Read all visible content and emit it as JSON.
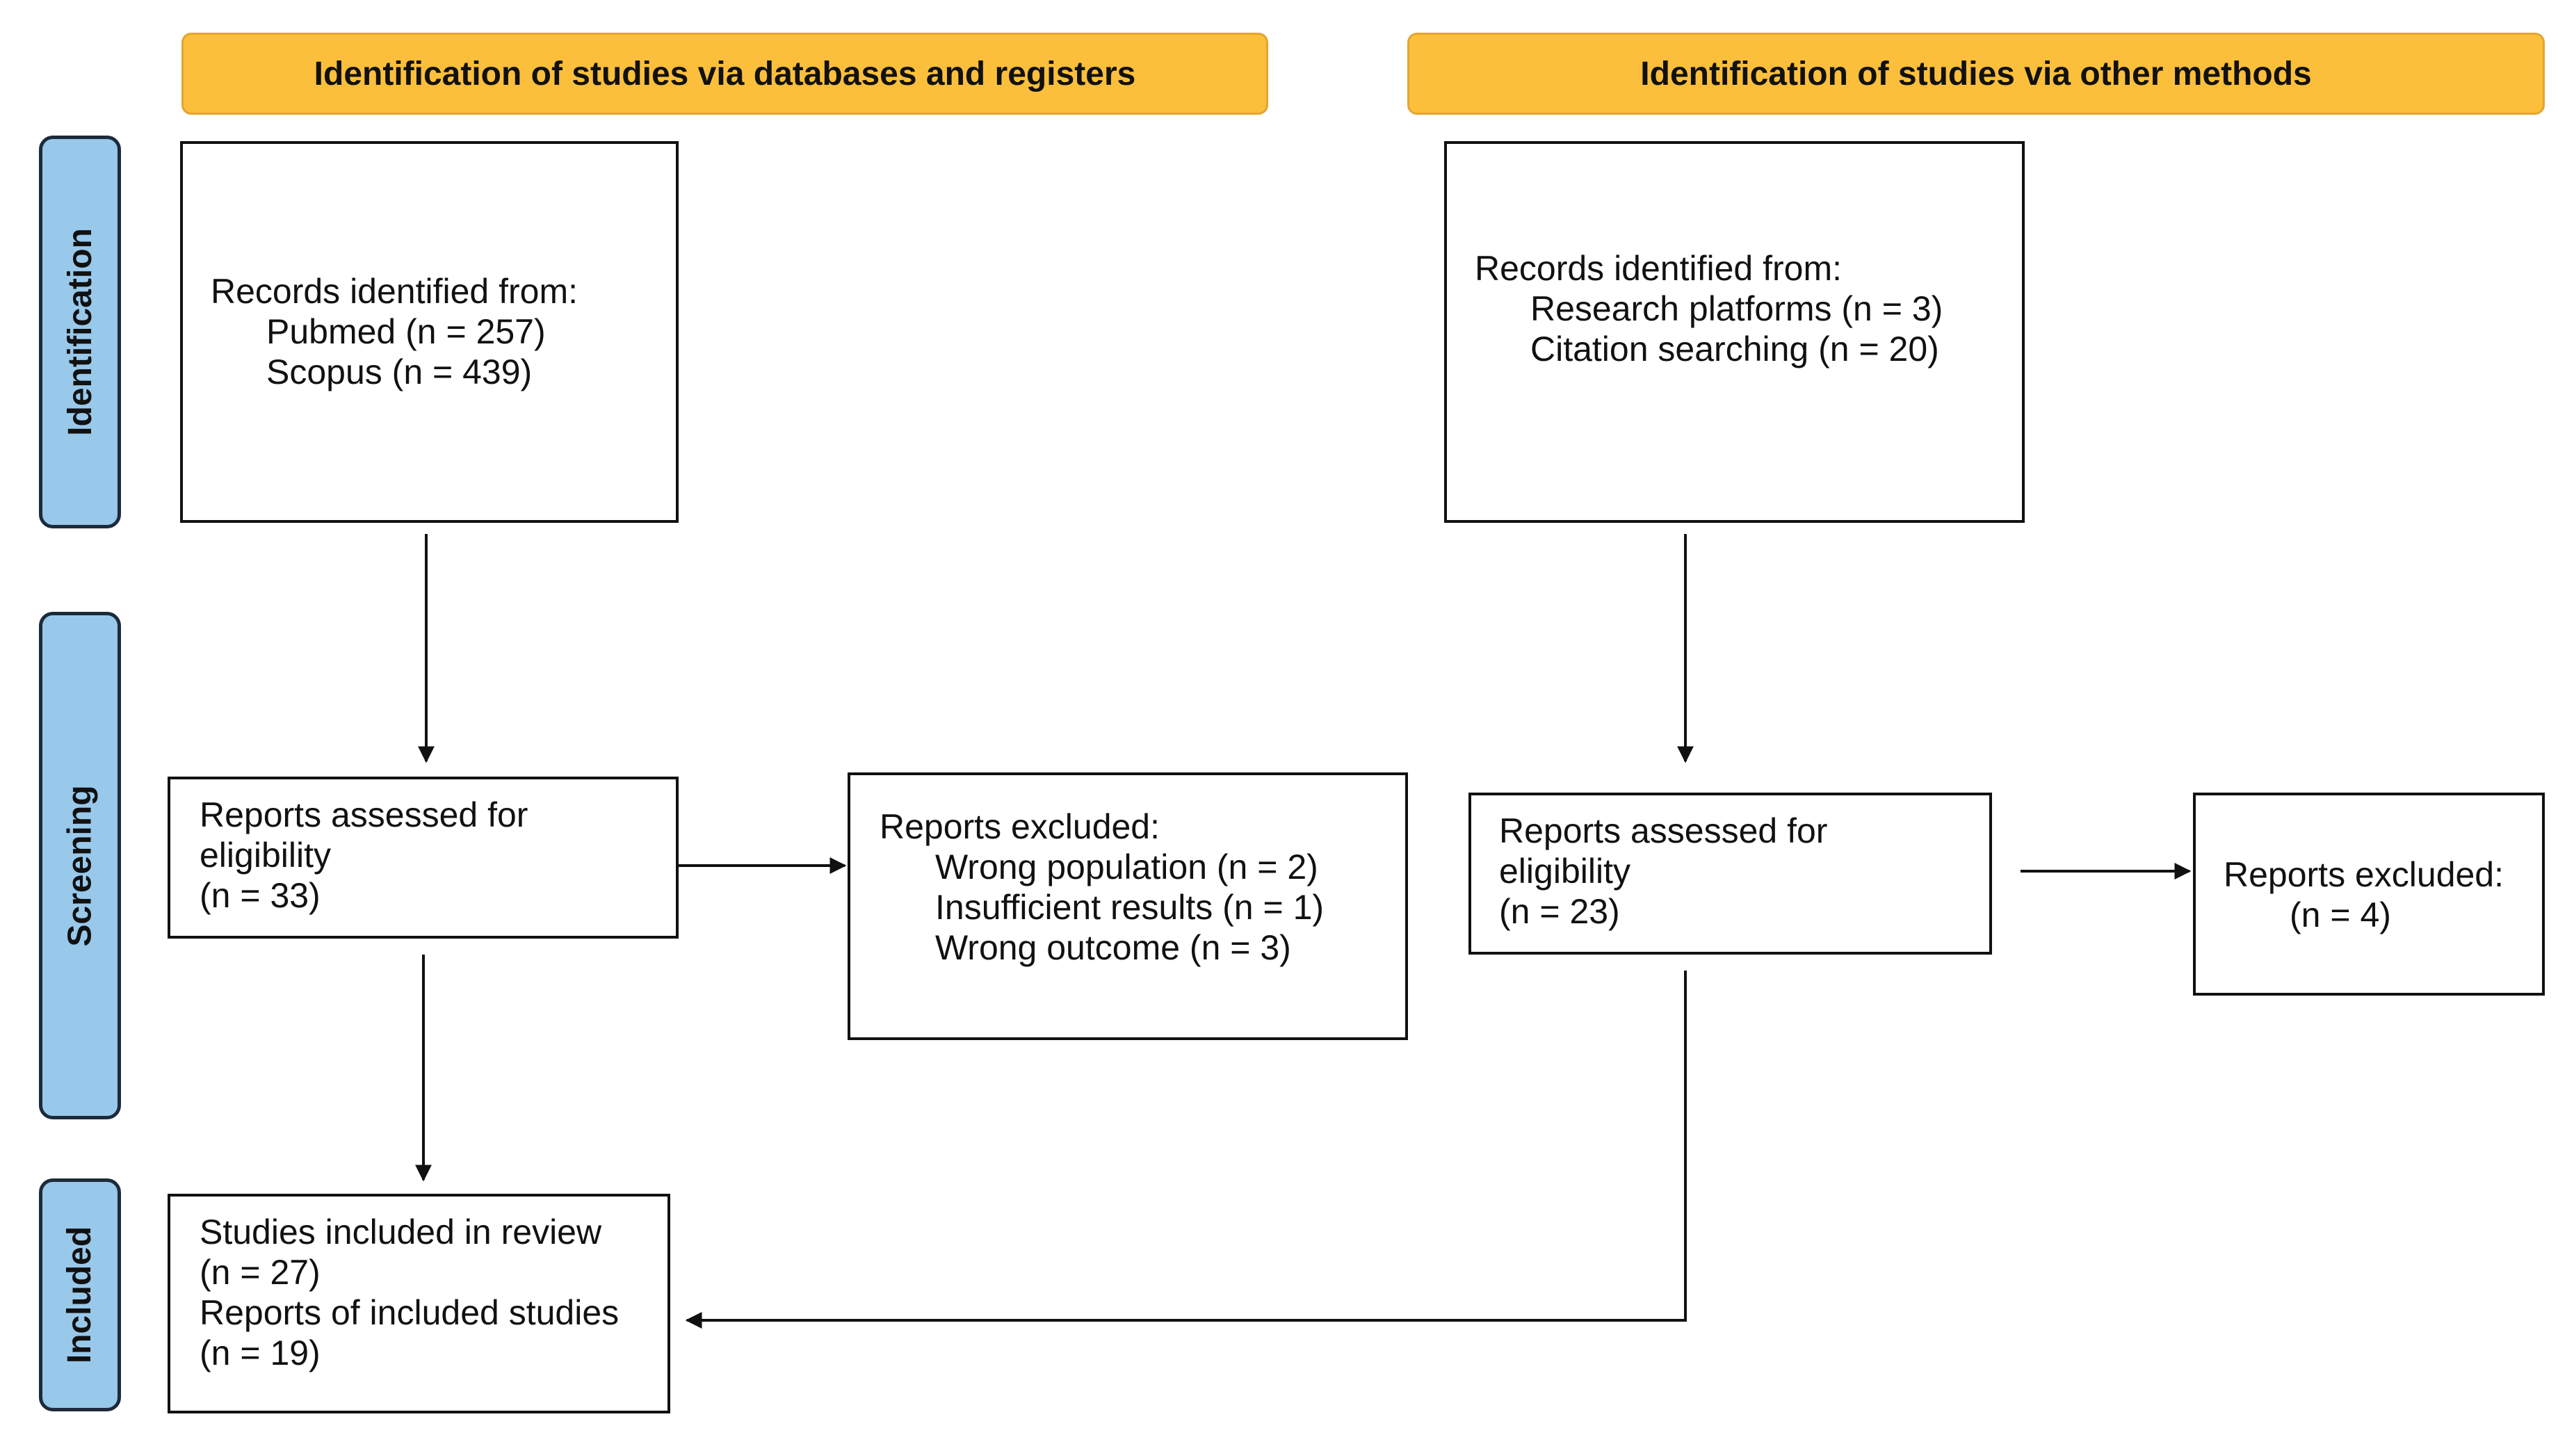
{
  "headers": {
    "left": "Identification of studies via databases and registers",
    "right": "Identification of studies via other methods"
  },
  "stages": {
    "identification": "Identification",
    "screening": "Screening",
    "included": "Included"
  },
  "left": {
    "records": {
      "title": "Records identified from:",
      "items": [
        "Pubmed (n = 257)",
        "Scopus (n = 439)"
      ]
    },
    "assessed": {
      "line1": "Reports assessed for",
      "line2": "eligibility",
      "line3": "(n = 33)"
    },
    "excluded": {
      "title": "Reports excluded:",
      "items": [
        "Wrong population (n = 2)",
        "Insufficient results (n = 1)",
        "Wrong outcome (n = 3)"
      ]
    },
    "included": {
      "line1": "Studies included in review",
      "line2": "(n = 27)",
      "line3": "Reports of included studies",
      "line4": "(n = 19)"
    }
  },
  "right": {
    "records": {
      "title": "Records identified from:",
      "items": [
        "Research platforms (n = 3)",
        "Citation searching (n = 20)"
      ]
    },
    "assessed": {
      "line1": "Reports assessed for",
      "line2": "eligibility",
      "line3": "(n = 23)"
    },
    "excluded": {
      "title": "Reports excluded:",
      "count": "(n = 4)"
    }
  },
  "colors": {
    "header_fill": "#fbbf3c",
    "stage_fill": "#98c8ea",
    "line": "#111111"
  }
}
